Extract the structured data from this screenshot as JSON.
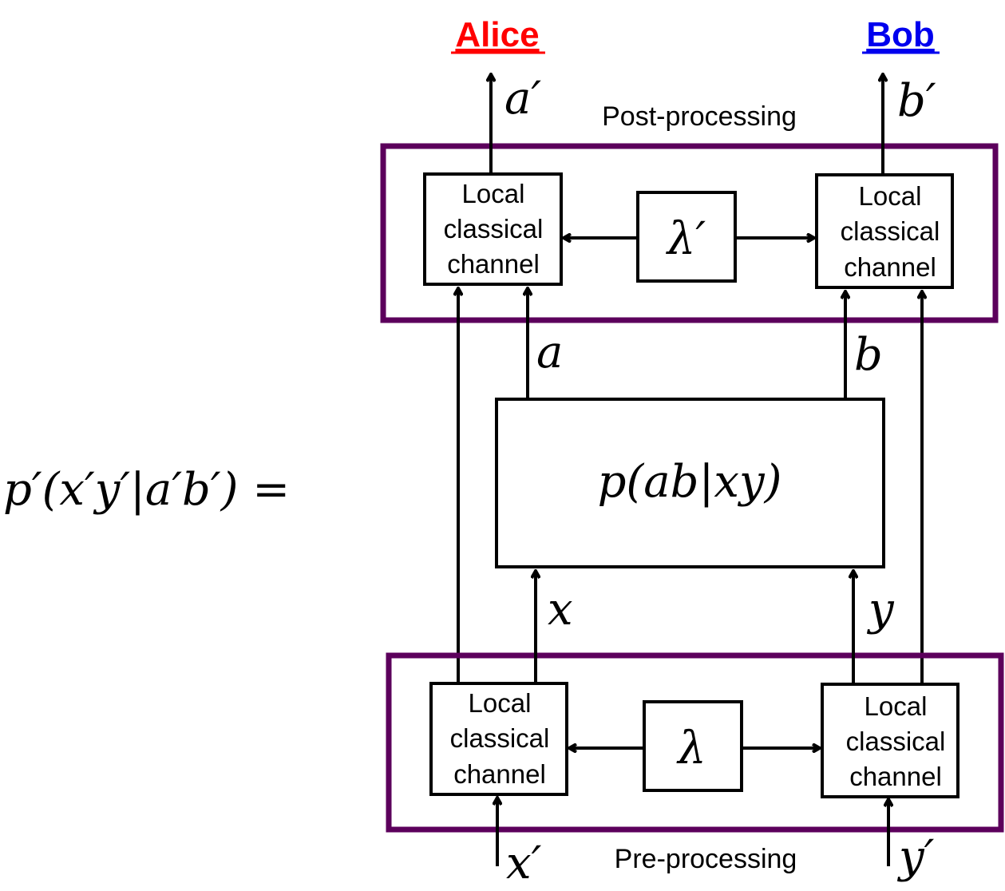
{
  "parties": {
    "alice": {
      "label": "Alice",
      "color": "#ff0000"
    },
    "bob": {
      "label": "Bob",
      "color": "#0000ee"
    }
  },
  "regions": {
    "post": {
      "label": "Post-processing",
      "color": "#5c005c"
    },
    "pre": {
      "label": "Pre-processing",
      "color": "#5c005c"
    }
  },
  "boxes": {
    "local_channel": [
      "Local",
      "classical",
      "channel"
    ],
    "lambda_prime": "λ′",
    "lambda": "λ",
    "central": "p(ab|xy)"
  },
  "variables": {
    "a_prime": "a′",
    "b_prime": "b′",
    "a": "a",
    "b": "b",
    "x": "x",
    "y": "y",
    "x_prime": "x′",
    "y_prime": "y′"
  },
  "equation": "p′(x′y′|a′b′) ="
}
